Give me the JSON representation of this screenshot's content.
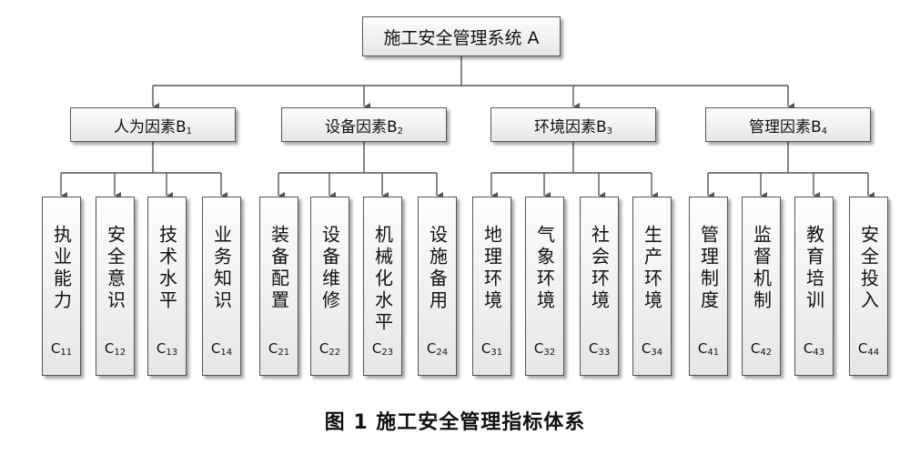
{
  "root": {
    "label": "施工安全管理系统 A"
  },
  "groups": [
    {
      "label": "人为因素",
      "code": "B",
      "sub": "1",
      "items": [
        {
          "text": "执业能力",
          "code": "C",
          "sub": "11"
        },
        {
          "text": "安全意识",
          "code": "C",
          "sub": "12"
        },
        {
          "text": "技术水平",
          "code": "C",
          "sub": "13"
        },
        {
          "text": "业务知识",
          "code": "C",
          "sub": "14"
        }
      ]
    },
    {
      "label": "设备因素",
      "code": "B",
      "sub": "2",
      "items": [
        {
          "text": "装备配置",
          "code": "C",
          "sub": "21"
        },
        {
          "text": "设备维修",
          "code": "C",
          "sub": "22"
        },
        {
          "text": "机械化水平",
          "code": "C",
          "sub": "23"
        },
        {
          "text": "设施备用",
          "code": "C",
          "sub": "24"
        }
      ]
    },
    {
      "label": "环境因素",
      "code": "B",
      "sub": "3",
      "items": [
        {
          "text": "地理环境",
          "code": "C",
          "sub": "31"
        },
        {
          "text": "气象环境",
          "code": "C",
          "sub": "32"
        },
        {
          "text": "社会环境",
          "code": "C",
          "sub": "33"
        },
        {
          "text": "生产环境",
          "code": "C",
          "sub": "34"
        }
      ]
    },
    {
      "label": "管理因素",
      "code": "B",
      "sub": "4",
      "items": [
        {
          "text": "管理制度",
          "code": "C",
          "sub": "41"
        },
        {
          "text": "监督机制",
          "code": "C",
          "sub": "42"
        },
        {
          "text": "教育培训",
          "code": "C",
          "sub": "43"
        },
        {
          "text": "安全投入",
          "code": "C",
          "sub": "44"
        }
      ]
    }
  ],
  "caption": "图 1  施工安全管理指标体系",
  "colors": {
    "line": "#555555",
    "box_border": "#555555"
  }
}
